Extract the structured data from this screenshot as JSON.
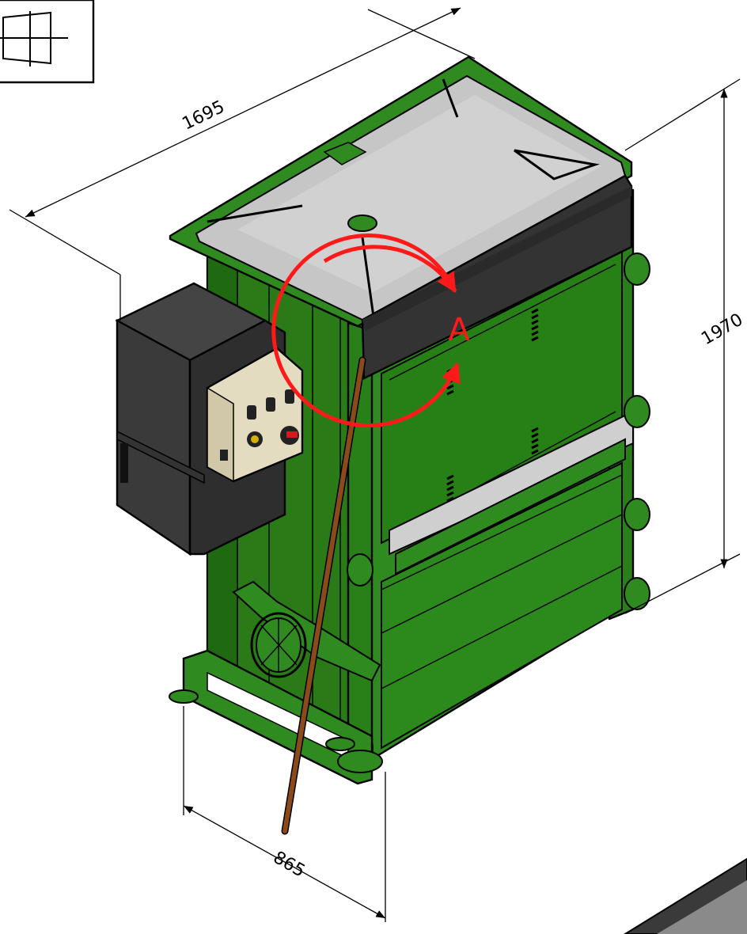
{
  "dimensions": {
    "depth": "1695",
    "height": "1970",
    "width": "865"
  },
  "callout": {
    "label": "A",
    "color": "#ff1a1a"
  },
  "colors": {
    "frame_green": "#2f8a1f",
    "frame_green_dark": "#1f6b12",
    "lid_grey": "#c9c9c9",
    "cabinet_dark": "#3a3a3a",
    "control_box": "#e4dcc0",
    "rod_brown": "#8a4a1a"
  },
  "icons": {
    "projection_symbol": "third-angle-projection-icon"
  }
}
